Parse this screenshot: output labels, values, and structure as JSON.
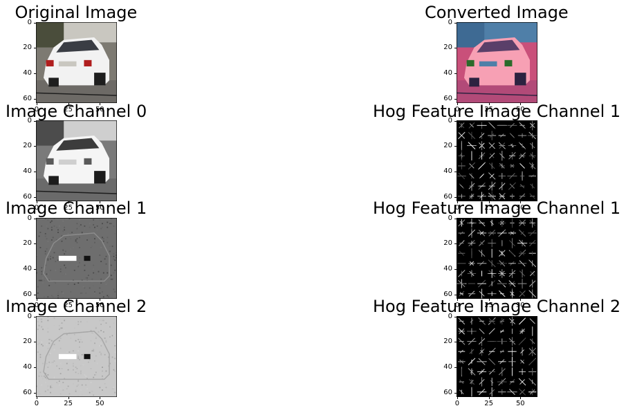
{
  "figure": {
    "panels": [
      {
        "id": "original",
        "title": "Original Image",
        "kind": "photo",
        "colormap": "rgb"
      },
      {
        "id": "converted",
        "title": "Converted Image",
        "kind": "photo",
        "colormap": "converted"
      },
      {
        "id": "ch0",
        "title": "Image Channel 0",
        "kind": "photo",
        "colormap": "gray"
      },
      {
        "id": "hog1a",
        "title": "Hog Feature Image Channel 1",
        "kind": "hog",
        "colormap": "hog"
      },
      {
        "id": "ch1",
        "title": "Image Channel 1",
        "kind": "flat",
        "colormap": "gray"
      },
      {
        "id": "hog1b",
        "title": "Hog Feature Image Channel 1",
        "kind": "hog",
        "colormap": "hog"
      },
      {
        "id": "ch2",
        "title": "Image Channel 2",
        "kind": "flat",
        "colormap": "gray"
      },
      {
        "id": "hog2",
        "title": "Hog Feature Image Channel 2",
        "kind": "hog",
        "colormap": "hog"
      }
    ],
    "yticks": [
      "0",
      "20",
      "40",
      "60"
    ],
    "xticks": [
      "0",
      "25",
      "50"
    ]
  },
  "colors": {
    "background": "#ffffff",
    "text": "#000000",
    "axes_frame": "#000000"
  }
}
